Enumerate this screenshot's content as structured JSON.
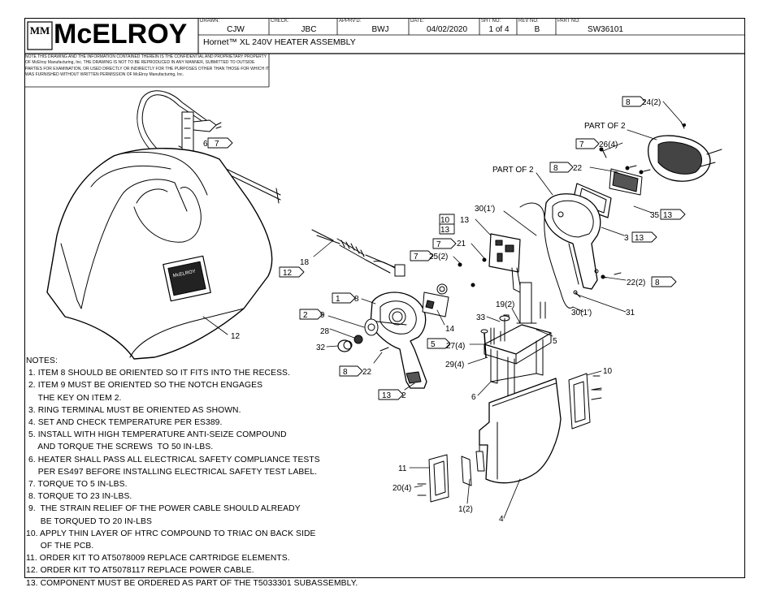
{
  "logo": {
    "mark": "MM",
    "name": "McELROY"
  },
  "title_block": {
    "drawn_caption": "DRAWN:",
    "drawn": "CJW",
    "check_caption": "CHECK:",
    "check": "JBC",
    "apprvd_caption": "APPRV'D:",
    "apprvd": "BWJ",
    "date_caption": "DATE:",
    "date": "04/02/2020",
    "sht_caption": "SHT No:",
    "sht": "1 of 4",
    "rev_caption": "REV No:",
    "rev": "B",
    "part_caption": "PART No:",
    "part": "SW36101",
    "title": "Hornet™ XL 240V HEATER ASSEMBLY"
  },
  "confidential_note": "NOTE THIS DRAWING AND THE INFORMATION CONTAINED THEREIN IS THE CONFIDENTIAL AND PROPRIETARY PROPERTY OF McElroy Manufacturing, Inc. THE DRAWING IS NOT TO BE REPRODUCED IN ANY MANNER, SUBMITTED TO OUTSIDE PARTIES FOR EXAMINATION, OR USED DIRECTLY OR INDIRECTLY FOR THE PURPOSES OTHER THAN THOSE FOR WHICH IT WAS FURNISHED WITHOUT WRITTEN PERMISSION OF McElroy Manufacturing, Inc.",
  "notes": {
    "heading": "NOTES:",
    "items": [
      " 1. ITEM 8 SHOULD BE ORIENTED SO IT FITS INTO THE RECESS.",
      " 2. ITEM 9 MUST BE ORIENTED SO THE NOTCH ENGAGES",
      "     THE KEY ON ITEM 2.",
      " 3. RING TERMINAL MUST BE ORIENTED AS SHOWN.",
      " 4. SET AND CHECK TEMPERATURE PER ES389.",
      " 5. INSTALL WITH HIGH TEMPERATURE ANTI-SEIZE COMPOUND",
      "     AND TORQUE THE SCREWS  TO 50 IN-LBS.",
      " 6. HEATER SHALL PASS ALL ELECTRICAL SAFETY COMPLIANCE TESTS",
      "     PER ES497 BEFORE INSTALLING ELECTRICAL SAFETY TEST LABEL.",
      " 7. TORQUE TO 5 IN-LBS.",
      " 8. TORQUE TO 23 IN-LBS.",
      " 9.  THE STRAIN RELIEF OF THE POWER CABLE SHOULD ALREADY",
      "      BE TORQUED TO 20 IN-LBS",
      "10. APPLY THIN LAYER OF HTRC COMPOUND TO TRIAC ON BACK SIDE",
      "      OF THE PCB.",
      "11. ORDER KIT TO AT5078009 REPLACE CARTRIDGE ELEMENTS.",
      "12. ORDER KIT TO AT5078117 REPLACE POWER CABLE.",
      "13. COMPONENT MUST BE ORDERED AS PART OF THE T5033301 SUBASSEMBLY."
    ]
  },
  "callouts": {
    "flags": {
      "f_7a": "7",
      "f_8a": "8",
      "f_7b": "7",
      "f_8b": "8",
      "f_13a": "13",
      "f_12": "12",
      "f_10": "10",
      "f_13b": "13",
      "f_7c": "7",
      "f_7d": "7",
      "f_1": "1",
      "f_2": "2",
      "f_8c": "8",
      "f_5": "5",
      "f_13c": "13",
      "f_8d": "8",
      "f_13d": "13"
    },
    "labels": {
      "l_6": "6",
      "l_24": "24(2)",
      "l_part2a": "PART OF 2",
      "l_26": "26(4)",
      "l_part2b": "PART OF 2",
      "l_22a": "22",
      "l_35": "35",
      "l_30a": "30(1')",
      "l_13a": "13",
      "l_21": "21",
      "l_25": "25(2)",
      "l_3": "3",
      "l_18": "18",
      "l_22b": "22(2)",
      "l_8": "8",
      "l_9": "9",
      "l_28": "28",
      "l_32": "32",
      "l_22c": "22",
      "l_14": "14",
      "l_30b": "30(1')",
      "l_31": "31",
      "l_19": "19(2)",
      "l_33": "33",
      "l_27": "27(4)",
      "l_29": "29(4)",
      "l_5": "5",
      "l_2": "2",
      "l_6b": "6",
      "l_10": "10",
      "l_12": "12",
      "l_11": "11",
      "l_20": "20(4)",
      "l_1": "1(2)",
      "l_4": "4"
    }
  }
}
